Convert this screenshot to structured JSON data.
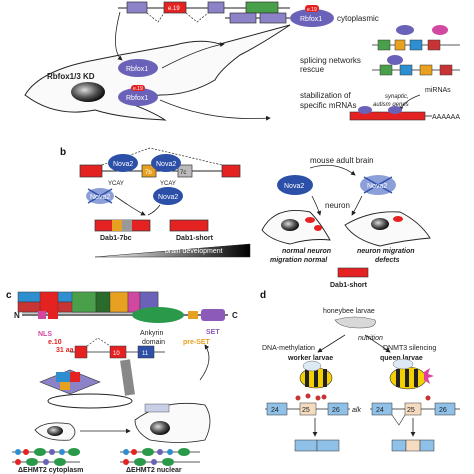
{
  "panel_a": {
    "kd_label": "Rbfox1/3 KD",
    "exon_label": "e.19",
    "rbfox_label": "Rbfox1",
    "row_labels": [
      "cytoplasmic",
      "splicing networks\nrescue",
      "stabilization of\nspecific mRNAs"
    ],
    "target_label": "synaptic,\nautism genes",
    "mirna_label": "miRNAs",
    "polya_label": "AAAAAA"
  },
  "panel_b": {
    "label": "b",
    "protein_label": "Nova2",
    "ycay_label": "YCAY",
    "exon_7b": "7b",
    "exon_7c": "7c",
    "isoform_long": "Dab1-7bc",
    "isoform_short": "Dab1-short",
    "dev_label": "brain development",
    "brain_label": "mouse adult brain",
    "neuron_label": "neuron",
    "normal_label": "normal neuron\nmigration normal",
    "defect_label": "neuron migration\ndefects",
    "short_label": "Dab1-short"
  },
  "panel_c": {
    "label": "c",
    "n_label": "N",
    "c_label": "C",
    "nls_label": "NLS",
    "exon_label": "e.10",
    "aa_label": "31 aa",
    "ankyrin_label": "Ankyrin\ndomain",
    "preset_label": "pre-SET",
    "set_label": "SET",
    "exon_numbers": [
      "10",
      "11"
    ],
    "bottom_left": "ΔEHMT2 cytoplasm",
    "bottom_right": "ΔEHMT2 nuclear"
  },
  "panel_d": {
    "label": "d",
    "title": "honeybee larvae",
    "nutrition": "nutrition",
    "methylation": "DNA-methylation",
    "silencing": "DNMT3 silencing",
    "worker": "worker larvae",
    "queen": "queen larvae",
    "exons": [
      "24",
      "25",
      "26"
    ],
    "alk": "alk"
  }
}
